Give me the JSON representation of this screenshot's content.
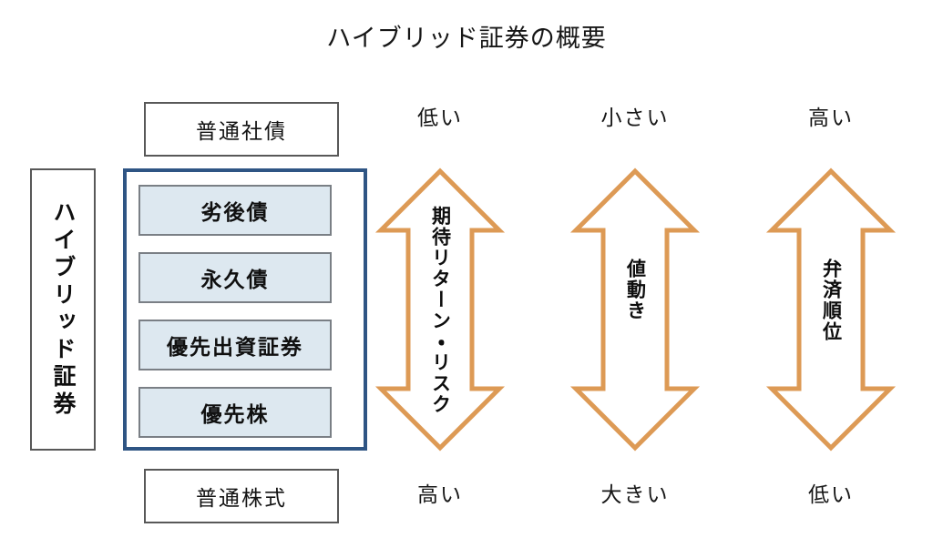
{
  "title": "ハイブリッド証券の概要",
  "left_label": {
    "text": "ハイブリッド証券",
    "name": "hybrid-securities-label"
  },
  "top_box": {
    "label": "普通社債"
  },
  "bottom_box": {
    "label": "普通株式"
  },
  "group": {
    "border_color": "#2f5584",
    "items": [
      {
        "label": "劣後債"
      },
      {
        "label": "永久債"
      },
      {
        "label": "優先出資証券"
      },
      {
        "label": "優先株"
      }
    ]
  },
  "arrows": [
    {
      "id": "expected-return-risk",
      "top_label": "低い",
      "bottom_label": "高い",
      "axis_label": "期待リターン・リスク",
      "color": "#dd9a55"
    },
    {
      "id": "price-movement",
      "top_label": "小さい",
      "bottom_label": "大きい",
      "axis_label": "値動き",
      "color": "#dd9a55"
    },
    {
      "id": "repayment-seniority",
      "top_label": "高い",
      "bottom_label": "低い",
      "axis_label": "弁済順位",
      "color": "#dd9a55"
    }
  ],
  "colors": {
    "arrow_stroke": "#dd9a55",
    "group_border": "#2f5584",
    "security_fill": "#dde8f0",
    "security_border": "#7a7f85",
    "plain_border": "#585858",
    "background": "#ffffff",
    "text": "#141414"
  }
}
